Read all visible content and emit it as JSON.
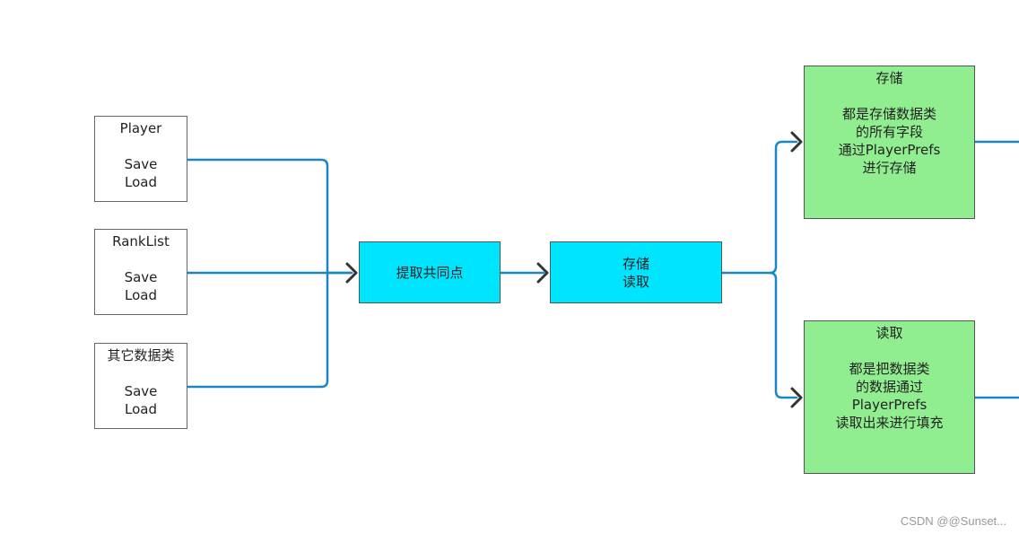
{
  "colors": {
    "line": "#1a87c4",
    "arrow": "#333333",
    "cyan": "#00e5ff",
    "green": "#90ee90"
  },
  "nodes": {
    "player": {
      "title": "Player",
      "line1": "Save",
      "line2": "Load"
    },
    "ranklist": {
      "title": "RankList",
      "line1": "Save",
      "line2": "Load"
    },
    "other": {
      "title": "其它数据类",
      "line1": "Save",
      "line2": "Load"
    },
    "extract": {
      "label": "提取共同点"
    },
    "saveload": {
      "line1": "存储",
      "line2": "读取"
    },
    "save": {
      "title": "存储",
      "lines": [
        "都是存储数据类",
        "的所有字段",
        "通过PlayerPrefs",
        "进行存储"
      ]
    },
    "load": {
      "title": "读取",
      "lines": [
        "都是把数据类",
        "的数据通过",
        "PlayerPrefs",
        "读取出来进行填充"
      ]
    }
  },
  "watermark": "CSDN @@Sunset..."
}
